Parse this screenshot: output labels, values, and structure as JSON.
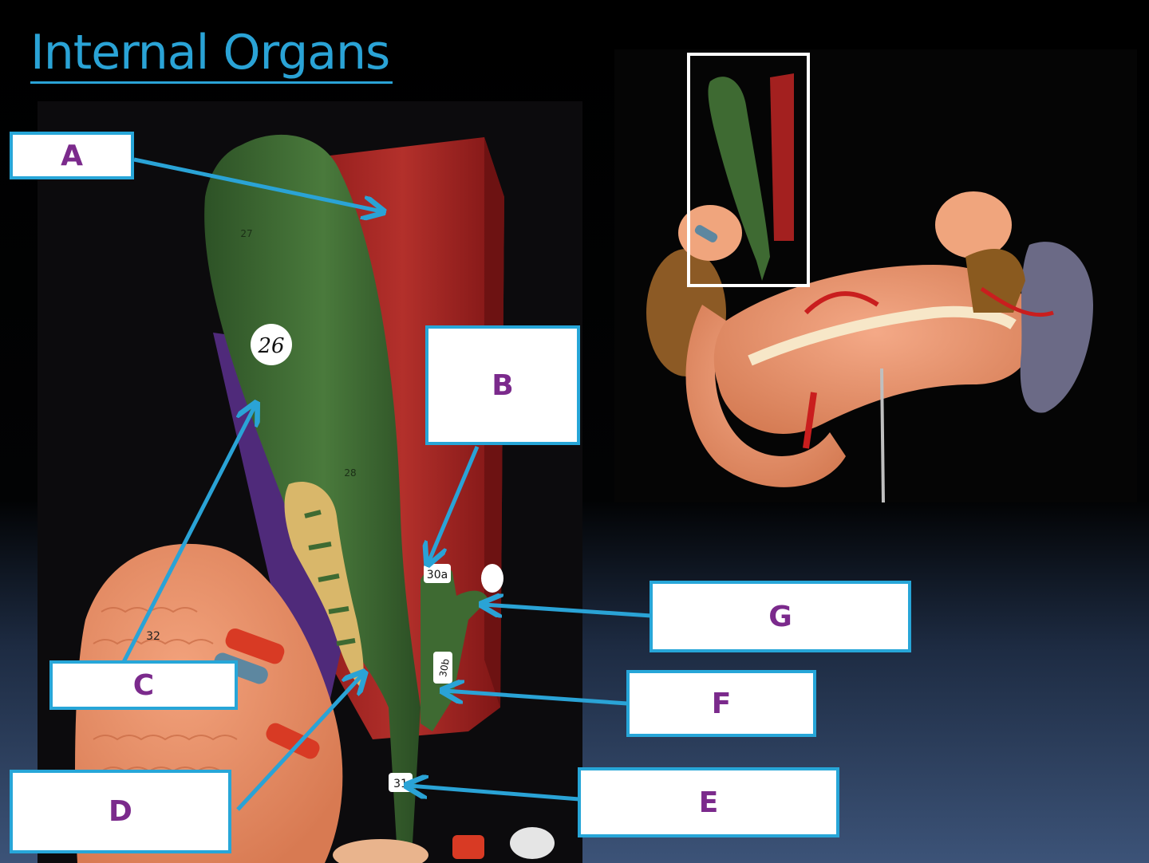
{
  "title": "Internal Organs",
  "labels": [
    "A",
    "B",
    "C",
    "D",
    "E",
    "F",
    "G"
  ],
  "model_tags": {
    "gallbladder_fundus": "26",
    "gallbladder_small_27": "27",
    "gallbladder_small_28": "28",
    "duct_30a": "30a",
    "duct_30b": "30b",
    "duct_31": "31",
    "pancreas_tag": "32"
  },
  "colors": {
    "title": "#2aa3d6",
    "label_border": "#27a6d8",
    "label_text": "#7b2a8c",
    "arrow": "#2aa3d6",
    "gallbladder": "#3e6a32",
    "liver": "#a3201f",
    "pancreas": "#e98c62"
  }
}
